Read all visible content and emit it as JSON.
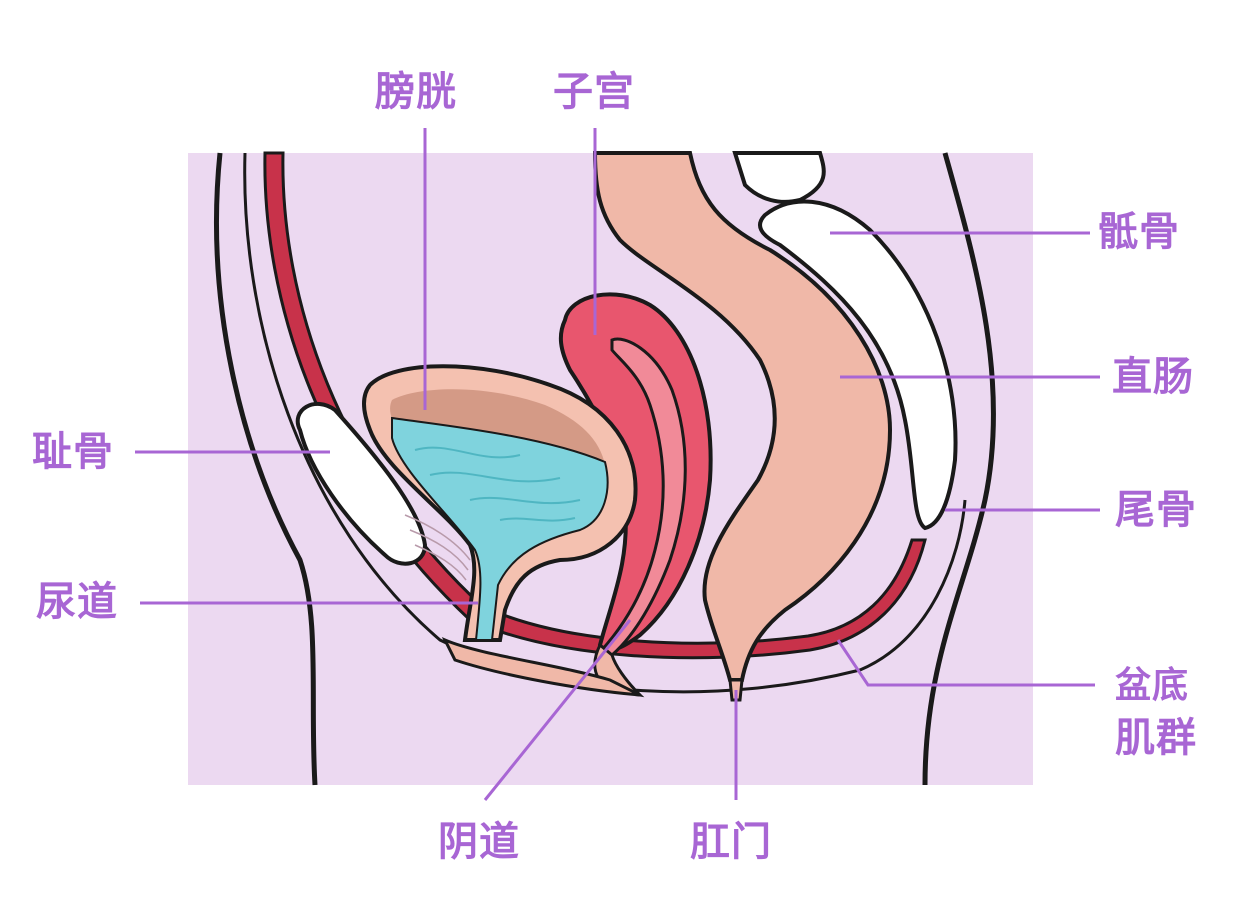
{
  "labels": {
    "bladder": "膀胱",
    "uterus": "子宫",
    "sacrum": "骶骨",
    "rectum": "直肠",
    "pubic_bone": "耻骨",
    "coccyx": "尾骨",
    "urethra": "尿道",
    "pelvic_floor_line1": "盆底",
    "pelvic_floor_line2": "肌群",
    "vagina": "阴道",
    "anus": "肛门"
  },
  "colors": {
    "background_panel": "#ecd9f1",
    "label_text": "#a866d4",
    "leader_line": "#a866d4",
    "outline": "#1a1a1a",
    "pelvic_muscle": "#c8324a",
    "bone": "#ffffff",
    "bladder_wall": "#f4c1b0",
    "bladder_inner": "#d49a86",
    "urine": "#7fd3dd",
    "uterus": "#e8566e",
    "rectum": "#f0b8a8"
  }
}
